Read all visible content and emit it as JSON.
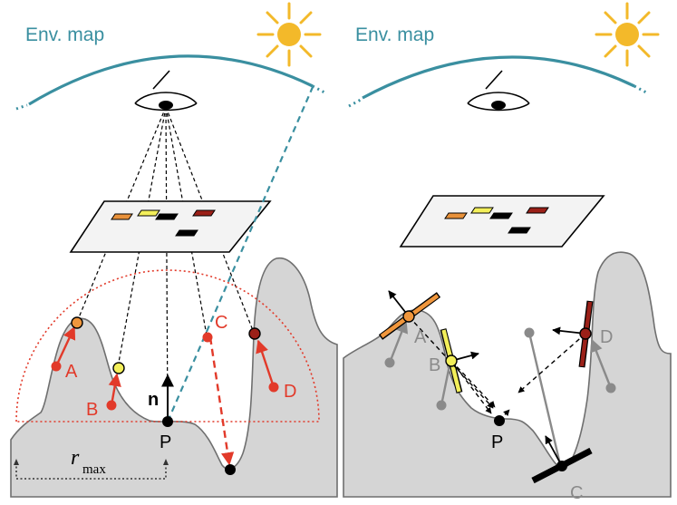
{
  "panels": {
    "left": {
      "env_label": "Env. map",
      "points": {
        "A": "A",
        "B": "B",
        "C": "C",
        "D": "D",
        "P": "P"
      },
      "normal_label": "n",
      "radius_label": "r",
      "radius_sub": "max"
    },
    "right": {
      "env_label": "Env. map",
      "points": {
        "A": "A",
        "B": "B",
        "C": "C",
        "D": "D",
        "P": "P"
      }
    }
  },
  "colors": {
    "terrain": "#d5d5d5",
    "terrain_stroke": "#6f6f6f",
    "env_map": "#3a8fa0",
    "sun": "#f3b92a",
    "red": "#e23a2a",
    "orange": "#f0963c",
    "yellow": "#f3ef5a",
    "darkred": "#9b2018",
    "gray": "#8a8a8a"
  }
}
